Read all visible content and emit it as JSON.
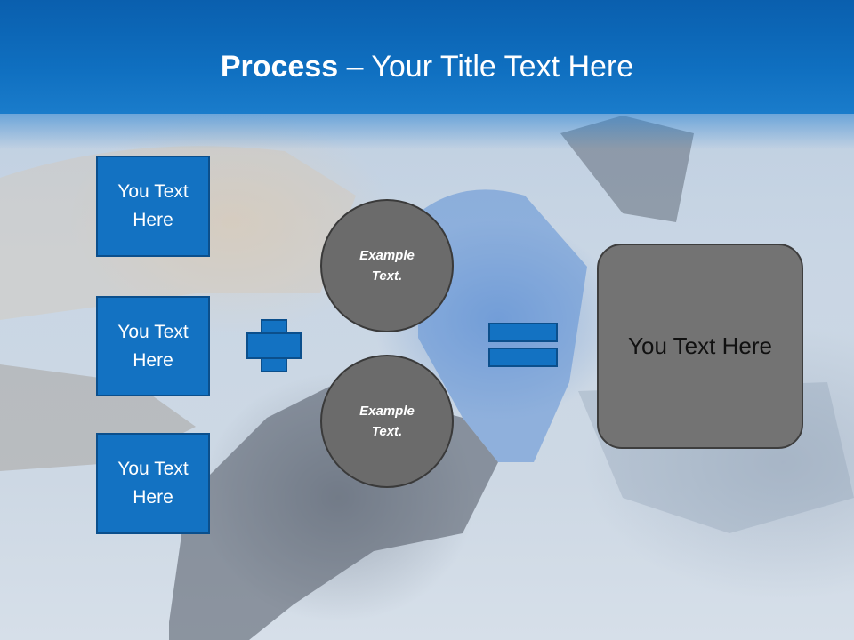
{
  "slide": {
    "title_bold": "Process",
    "title_rest": " – Your Title Text Here",
    "boxes": [
      {
        "label": "You Text Here"
      },
      {
        "label": "You Text Here"
      },
      {
        "label": "You Text Here"
      }
    ],
    "circles": [
      {
        "label": "Example Text."
      },
      {
        "label": "Example Text."
      }
    ],
    "result_label": "You Text Here",
    "colors": {
      "header": "#0f6fc0",
      "box_fill": "#1372c2",
      "circle_fill": "#6b6b6b",
      "result_fill": "#737373"
    }
  }
}
